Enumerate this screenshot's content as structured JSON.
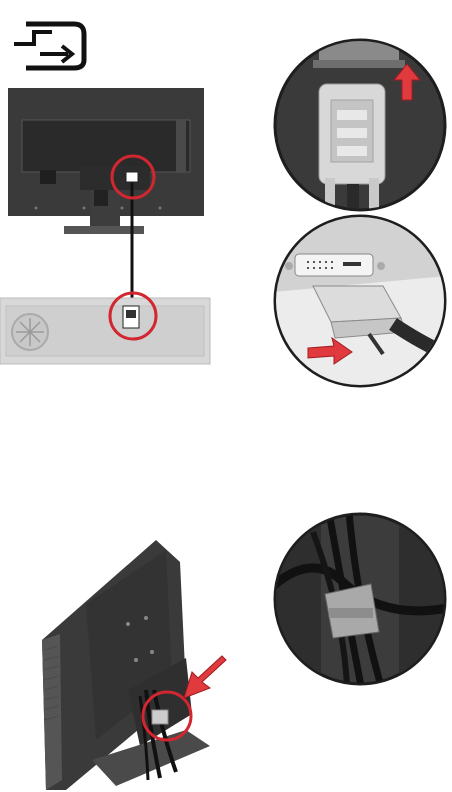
{
  "page": {
    "background": "#ffffff"
  },
  "icons": {
    "input": "input-connector-icon",
    "arrow_up": "red-arrow-up-icon",
    "arrow_right": "red-arrow-right-icon",
    "arrow_down_left": "red-arrow-down-left-icon"
  },
  "colors": {
    "callout_red": "#d22630",
    "arrow_red": "#e03a3e",
    "monitor_dark": "#2f2f2f",
    "panel_gray": "#d8d8d8",
    "circle_bg": "#3a3a3a"
  },
  "illustrations": [
    {
      "name": "monitor-rear-with-cable-illustration"
    },
    {
      "name": "connector-lock-detail-illustration"
    },
    {
      "name": "connector-insert-detail-illustration"
    },
    {
      "name": "monitor-cable-management-illustration"
    },
    {
      "name": "cable-clip-detail-illustration"
    }
  ]
}
